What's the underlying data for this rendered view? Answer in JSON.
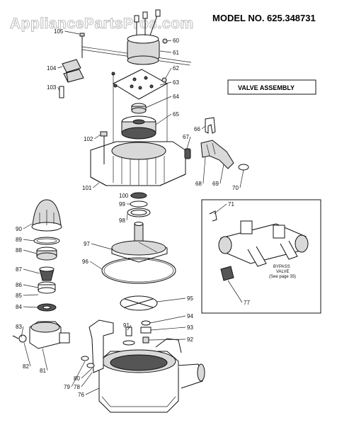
{
  "watermark": "AppliancePartsPros.com",
  "model_label": "MODEL NO. 625.348731",
  "section_title": "VALVE ASSEMBLY",
  "bypass": {
    "line1": "BYPASS",
    "line2": "VALVE",
    "line3": "(See page 35)"
  },
  "part_numbers": [
    "60",
    "61",
    "62",
    "63",
    "64",
    "65",
    "66",
    "67",
    "68",
    "69",
    "70",
    "71",
    "77",
    "76",
    "78",
    "79",
    "80",
    "81",
    "82",
    "83",
    "84",
    "85",
    "86",
    "87",
    "88",
    "89",
    "90",
    "91",
    "92",
    "93",
    "94",
    "95",
    "96",
    "97",
    "98",
    "99",
    "100",
    "101",
    "102",
    "103",
    "104",
    "105"
  ]
}
